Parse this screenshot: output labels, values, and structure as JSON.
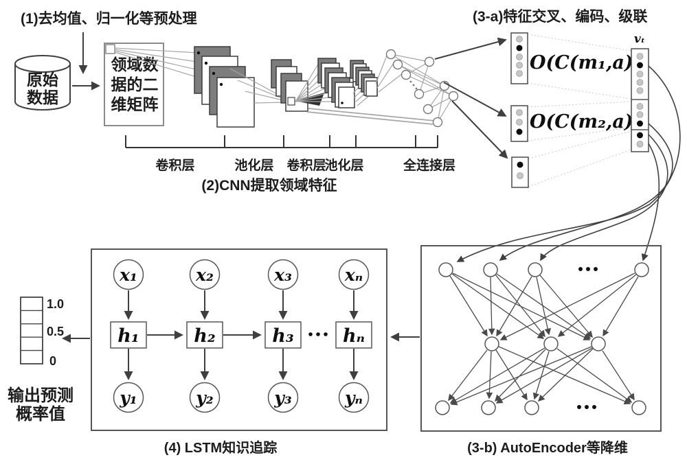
{
  "colors": {
    "ink": "#1c1c1c",
    "card_dark": "#7d7d7d",
    "line_gray": "#a6a6a6",
    "arrow_dark": "#3f3f3f",
    "dot_black": "#0d0d0d",
    "dot_gray": "#c6c6c6",
    "box_border": "#555555"
  },
  "preprocess": {
    "label": "(1)去均值、归一化等预处理"
  },
  "source": {
    "line1": "原始",
    "line2": "数据"
  },
  "matrix": {
    "line1": "领域数",
    "line2": "据的二",
    "line3": "维矩阵"
  },
  "cnn": {
    "caption": "(2)CNN提取领域特征",
    "layers": [
      "卷积层",
      "池化层",
      "卷积层",
      "池化层",
      "全连接层"
    ]
  },
  "fusion": {
    "caption": "(3-a)特征交叉、编码、级联",
    "formula1": "O(C(m₁,a))",
    "formula2": "O(C(m₂,a))",
    "vt": "vₜ"
  },
  "autoencoder": {
    "caption": "(3-b) AutoEncoder等降维"
  },
  "lstm": {
    "caption": "(4) LSTM知识追踪",
    "x": [
      "x₁",
      "x₂",
      "x₃",
      "xₙ"
    ],
    "h": [
      "h₁",
      "h₂",
      "h₃",
      "hₙ"
    ],
    "y": [
      "y₁",
      "y₂",
      "y₃",
      "yₙ"
    ]
  },
  "output_scale": {
    "ticks": [
      "1.0",
      "0.5",
      "0"
    ],
    "caption1": "输出预测",
    "caption2": "概率值"
  }
}
